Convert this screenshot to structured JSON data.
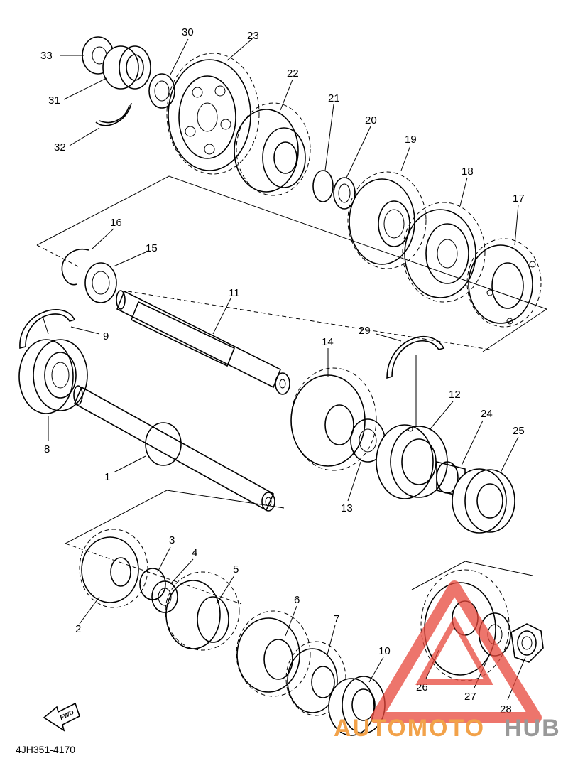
{
  "diagram": {
    "part_code": "4JH351-4170",
    "fwd_label": "FWD",
    "callouts": [
      "1",
      "2",
      "3",
      "4",
      "5",
      "6",
      "7",
      "8",
      "9",
      "10",
      "11",
      "12",
      "13",
      "14",
      "15",
      "16",
      "17",
      "18",
      "19",
      "20",
      "21",
      "22",
      "23",
      "24",
      "25",
      "26",
      "27",
      "28",
      "29",
      "30",
      "31",
      "32",
      "33"
    ]
  },
  "watermark": {
    "word1": "AUTOMOTO",
    "word2": "HUB",
    "color_triangle": "#e8473b",
    "color_word1": "#f2a24a",
    "color_word2": "#999999"
  }
}
